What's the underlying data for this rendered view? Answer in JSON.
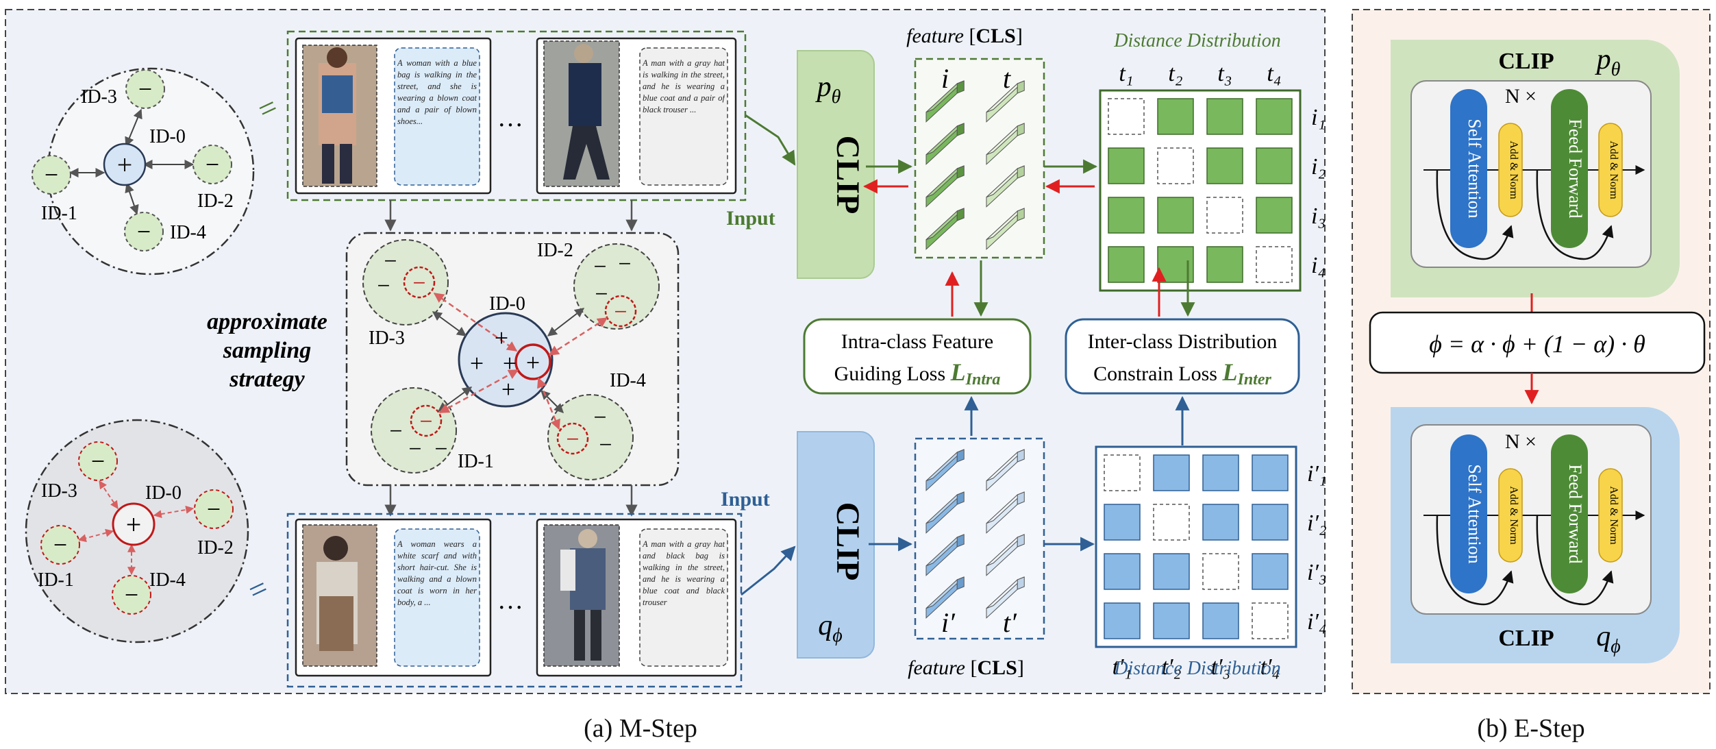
{
  "colors": {
    "green_fill": "#cfe3bf",
    "green_dark": "#4d7a32",
    "green_cell": "#79b85d",
    "blue_fill": "#b9d5ee",
    "blue_dark": "#2f5f94",
    "blue_cell": "#8ab9e6",
    "red": "#e02020",
    "panel_bg": "#eef2f8",
    "estep_bg": "#fbf1ea",
    "self_attention": "#2e74c8",
    "feed_forward": "#4e8b36",
    "add_norm": "#f7d44a"
  },
  "mstep": {
    "caption": "(a) M-Step",
    "top_cluster": {
      "center": "+",
      "center_label": "ID-0",
      "neg": "−",
      "labels": [
        "ID-3",
        "ID-2",
        "ID-1",
        "ID-4"
      ],
      "equal_sign": "="
    },
    "bottom_cluster": {
      "center": "+",
      "center_label": "ID-0",
      "neg": "−",
      "labels": [
        "ID-3",
        "ID-2",
        "ID-1",
        "ID-4"
      ],
      "equal_sign": "="
    },
    "top_samples": {
      "text1": "A woman with a blue bag is walking in the street, and she is wearing a blown coat and a pair of blown shoes...",
      "text2": "A man with a gray hat is walking in the street, and he is wearing a blue coat and a pair of black trouser ...",
      "ellipsis": "…"
    },
    "bottom_samples": {
      "text1": "A woman wears a white scarf and with short hair-cut. She is walking and a blown coat is worn in her body, a ...",
      "text2": "A man with a gray hat and black bag is walking in the street, and he is wearing a blue coat and black trouser",
      "ellipsis": "…"
    },
    "approx_label": [
      "approximate",
      "sampling",
      "strategy"
    ],
    "middle_cluster": {
      "center_label": "ID-0",
      "plus": "+",
      "minus": "−",
      "labels": [
        "ID-2",
        "ID-3",
        "ID-4",
        "ID-1"
      ]
    },
    "input_top": "Input",
    "input_bottom": "Input",
    "clip_top": {
      "label": "CLIP",
      "param": "p",
      "param_sub": "θ"
    },
    "clip_bottom": {
      "label": "CLIP",
      "param": "q",
      "param_sub": "ϕ"
    },
    "feature_top": {
      "prefix": "feature",
      "bracket_l": " [",
      "cls": "CLS",
      "bracket_r": "]",
      "col_i": "i",
      "col_t": "t"
    },
    "feature_bottom": {
      "prefix": "feature",
      "bracket_l": " [",
      "cls": "CLS",
      "bracket_r": "]",
      "col_i": "i′",
      "col_t": "t′"
    },
    "dist_top": {
      "title": "Distance Distribution",
      "cols": [
        "t₁",
        "t₂",
        "t₃",
        "t₄"
      ],
      "rows": [
        "i₁",
        "i₂",
        "i₃",
        "i₄"
      ]
    },
    "dist_bottom": {
      "title": "Distance Distribution",
      "cols": [
        "t′₁",
        "t′₂",
        "t′₃",
        "t′₄"
      ],
      "rows": [
        "i′₁",
        "i′₂",
        "i′₃",
        "i′₄"
      ]
    },
    "intra_loss": {
      "line1": "Intra-class Feature",
      "line2": "Guiding Loss ",
      "symbol": "L",
      "sub": "Intra"
    },
    "inter_loss": {
      "line1": "Inter-class Distribution",
      "line2": "Constrain Loss ",
      "symbol": "L",
      "sub": "Inter"
    }
  },
  "estep": {
    "caption": "(b) E-Step",
    "top_block": {
      "clip": "CLIP",
      "param": "p",
      "param_sub": "θ",
      "repeat": "N ×",
      "self_attention": "Self Attention",
      "feed_forward": "Feed Forward",
      "add_norm": "Add & Norm"
    },
    "bottom_block": {
      "clip": "CLIP",
      "param": "q",
      "param_sub": "ϕ",
      "repeat": "N ×",
      "self_attention": "Self Attention",
      "feed_forward": "Feed Forward",
      "add_norm": "Add & Norm"
    },
    "ema_formula": "ϕ = α · ϕ + (1 − α) · θ"
  }
}
